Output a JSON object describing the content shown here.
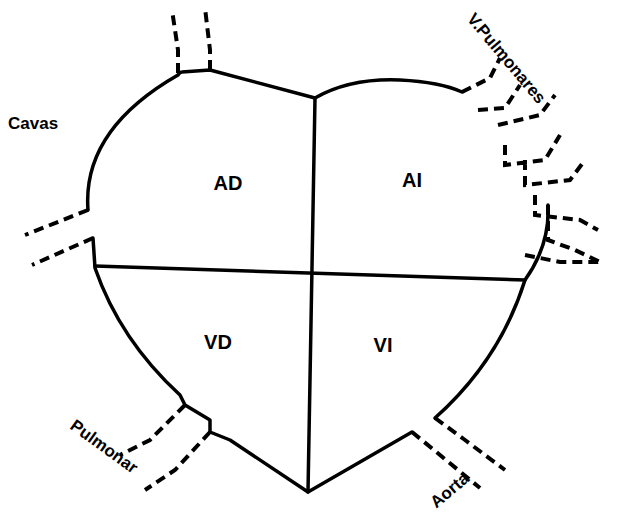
{
  "diagram": {
    "nodes": [
      {
        "text": [
          "AD"
        ]
      },
      {
        "text": [
          "AI"
        ]
      },
      {
        "text": [
          "VD"
        ]
      },
      {
        "text": [
          "VI"
        ]
      }
    ],
    "labels": [
      "Cavas",
      "V.Pulmonares",
      "Pulmonar",
      "Aorta"
    ]
  }
}
